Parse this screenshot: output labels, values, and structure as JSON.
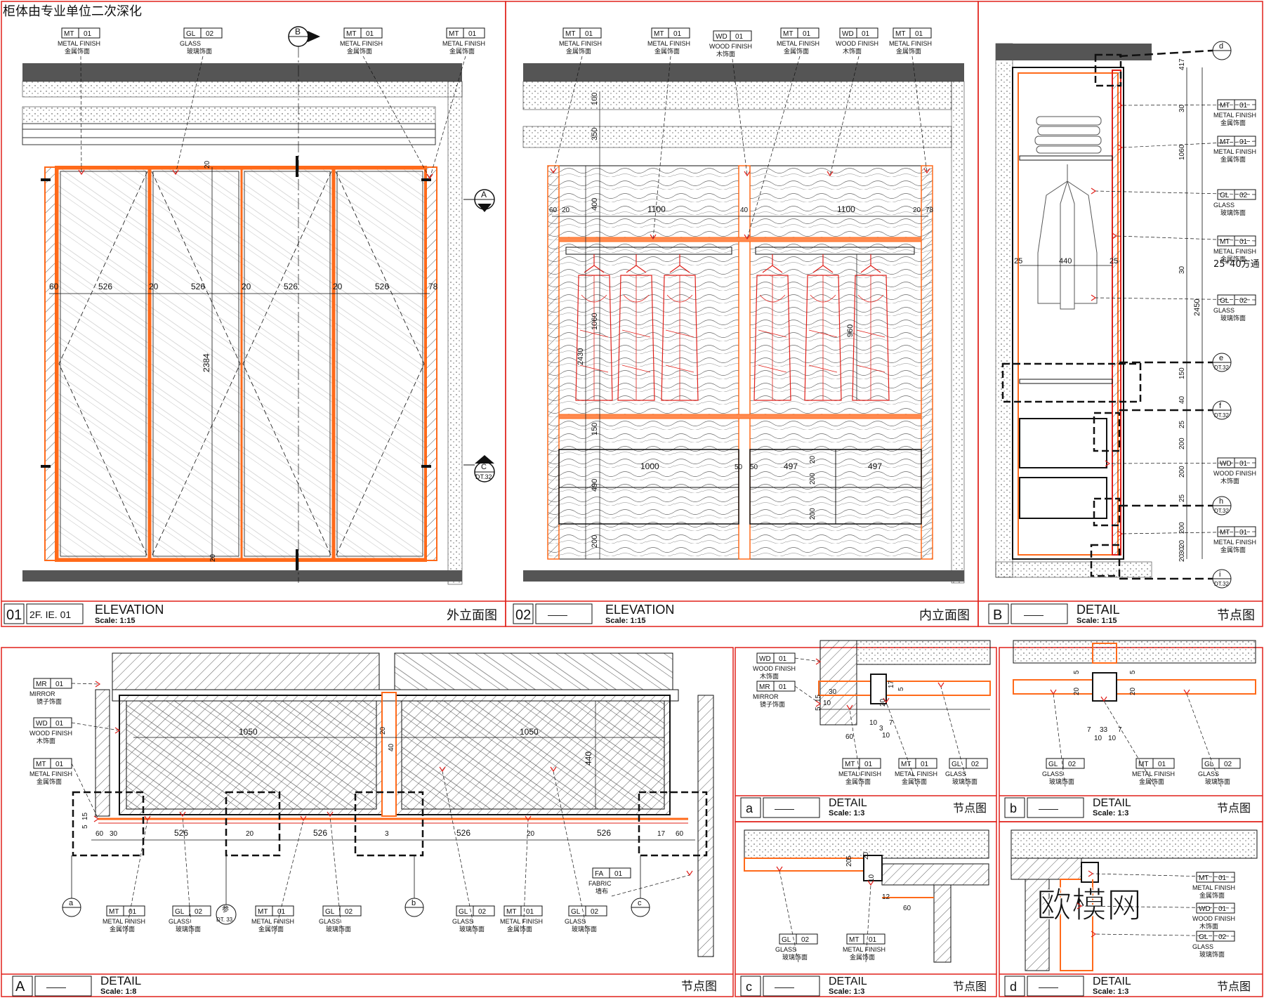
{
  "header_note": "柜体由专业单位二次深化",
  "watermark": "欧模网",
  "colors": {
    "frame": "#e0201a",
    "orange": "#ff6a1a",
    "line": "#111111",
    "gray": "#555555"
  },
  "tags": {
    "mt": {
      "code": "MT",
      "no": "01",
      "en": "METAL FINISH",
      "cn": "金属饰面"
    },
    "gl": {
      "code": "GL",
      "no": "02",
      "en": "GLASS",
      "cn": "玻璃饰面"
    },
    "wd": {
      "code": "WD",
      "no": "01",
      "en": "WOOD FINISH",
      "cn": "木饰面"
    },
    "mr": {
      "code": "MR",
      "no": "01",
      "en": "MIRROR",
      "cn": "镜子饰面"
    },
    "fa": {
      "code": "FA",
      "no": "01",
      "en": "FABRIC",
      "cn": "墙布"
    }
  },
  "panels": [
    {
      "num": "01",
      "ref": "2F. IE. 01",
      "title": "ELEVATION",
      "scale": "Scale: 1:15",
      "cn": "外立面图"
    },
    {
      "num": "02",
      "ref": "——",
      "title": "ELEVATION",
      "scale": "Scale: 1:15",
      "cn": "内立面图"
    },
    {
      "num": "B",
      "ref": "——",
      "title": "DETAIL",
      "scale": "Scale: 1:15",
      "cn": "节点图"
    },
    {
      "num": "A",
      "ref": "——",
      "title": "DETAIL",
      "scale": "Scale: 1:8",
      "cn": "节点图"
    },
    {
      "num": "a",
      "ref": "——",
      "title": "DETAIL",
      "scale": "Scale: 1:3",
      "cn": "节点图"
    },
    {
      "num": "b",
      "ref": "——",
      "title": "DETAIL",
      "scale": "Scale: 1:3",
      "cn": "节点图"
    },
    {
      "num": "c",
      "ref": "——",
      "title": "DETAIL",
      "scale": "Scale: 1:3",
      "cn": "节点图"
    },
    {
      "num": "d",
      "ref": "——",
      "title": "DETAIL",
      "scale": "Scale: 1:3",
      "cn": "节点图"
    }
  ],
  "elev01": {
    "dims": [
      "60",
      "526",
      "20",
      "526",
      "20",
      "526",
      "20",
      "526",
      "78"
    ],
    "height": "2384",
    "sectionB": "B",
    "sectionA": "A",
    "sectionC": "C",
    "sectionC_ref": "DT.32",
    "small": "20"
  },
  "elev02": {
    "widths": [
      "60",
      "20",
      "1100",
      "40",
      "1100",
      "20",
      "78"
    ],
    "heights": [
      "100",
      "350",
      "400",
      "1060",
      "150",
      "490",
      "200"
    ],
    "drawers": [
      "1000",
      "50",
      "50",
      "497",
      "497"
    ],
    "tall": "2430",
    "right_hang": "960",
    "small": [
      "200",
      "200",
      "20"
    ]
  },
  "detailB": {
    "dims": [
      "417",
      "30",
      "1060",
      "30",
      "150",
      "40",
      "25",
      "200",
      "200",
      "25",
      "200",
      "20",
      "30",
      "20"
    ],
    "total": "2450",
    "inner": "440",
    "side": "25",
    "note": "25*40方通",
    "bubbles": [
      {
        "id": "d",
        "ref": ""
      },
      {
        "id": "e",
        "ref": "DT.32"
      },
      {
        "id": "f",
        "ref": "DT.32"
      },
      {
        "id": "h",
        "ref": "DT.32"
      },
      {
        "id": "i",
        "ref": "DT.32"
      }
    ]
  },
  "detailA": {
    "dims": [
      "1050",
      "1050",
      "440",
      "526",
      "526",
      "526",
      "526",
      "20",
      "40"
    ],
    "small": [
      "60",
      "30",
      "20",
      "3",
      "20",
      "17",
      "60",
      "5",
      "15"
    ],
    "bubbles": [
      {
        "id": "a",
        "ref": ""
      },
      {
        "id": "b",
        "ref": ""
      },
      {
        "id": "c",
        "ref": ""
      }
    ],
    "ref_bubble": {
      "top": "参",
      "bottom": "DT. 33"
    }
  },
  "detailSmall": {
    "a": [
      "17",
      "5",
      "20",
      "10",
      "15",
      "5",
      "30",
      "60",
      "10",
      "7",
      "3",
      "10"
    ],
    "b": [
      "5",
      "20",
      "5",
      "20",
      "7",
      "33",
      "7",
      "10",
      "10"
    ],
    "c": [
      "5",
      "20",
      "20",
      "10",
      "60",
      "12"
    ]
  }
}
